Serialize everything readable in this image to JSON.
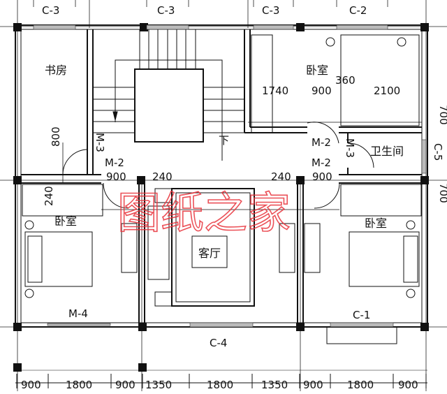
{
  "window_labels_top": [
    "C-3",
    "C-3",
    "C-3",
    "C-2"
  ],
  "rooms": {
    "study": "书房",
    "bedroom_top": "卧室",
    "bedroom_left": "卧室",
    "bedroom_right": "卧室",
    "living": "客厅",
    "bathroom": "卫生间",
    "stair_down": "下"
  },
  "openings": {
    "m3_left": "M-3",
    "m2_left": "M-2",
    "m2_right_top": "M-2",
    "m3_right": "M-3",
    "m2_right_bottom": "M-2",
    "m4": "M-4",
    "c1": "C-1",
    "c4": "C-4",
    "c5": "C-5"
  },
  "dimensions_inner": {
    "d1740": "1740",
    "d900a": "900",
    "d360": "360",
    "d2100": "2100",
    "d800": "800",
    "d240_left": "240",
    "d900_left": "900",
    "d240_mid_left": "240",
    "d240_mid_right": "240",
    "d900_right": "900"
  },
  "dimensions_bottom": [
    "900",
    "1800",
    "900",
    "1350",
    "1800",
    "1350",
    "900",
    "1800",
    "900"
  ],
  "dimensions_right": [
    "700",
    "700"
  ],
  "watermark": "图纸之家",
  "colors": {
    "lines": "#111111",
    "watermark": "#e8333b"
  }
}
